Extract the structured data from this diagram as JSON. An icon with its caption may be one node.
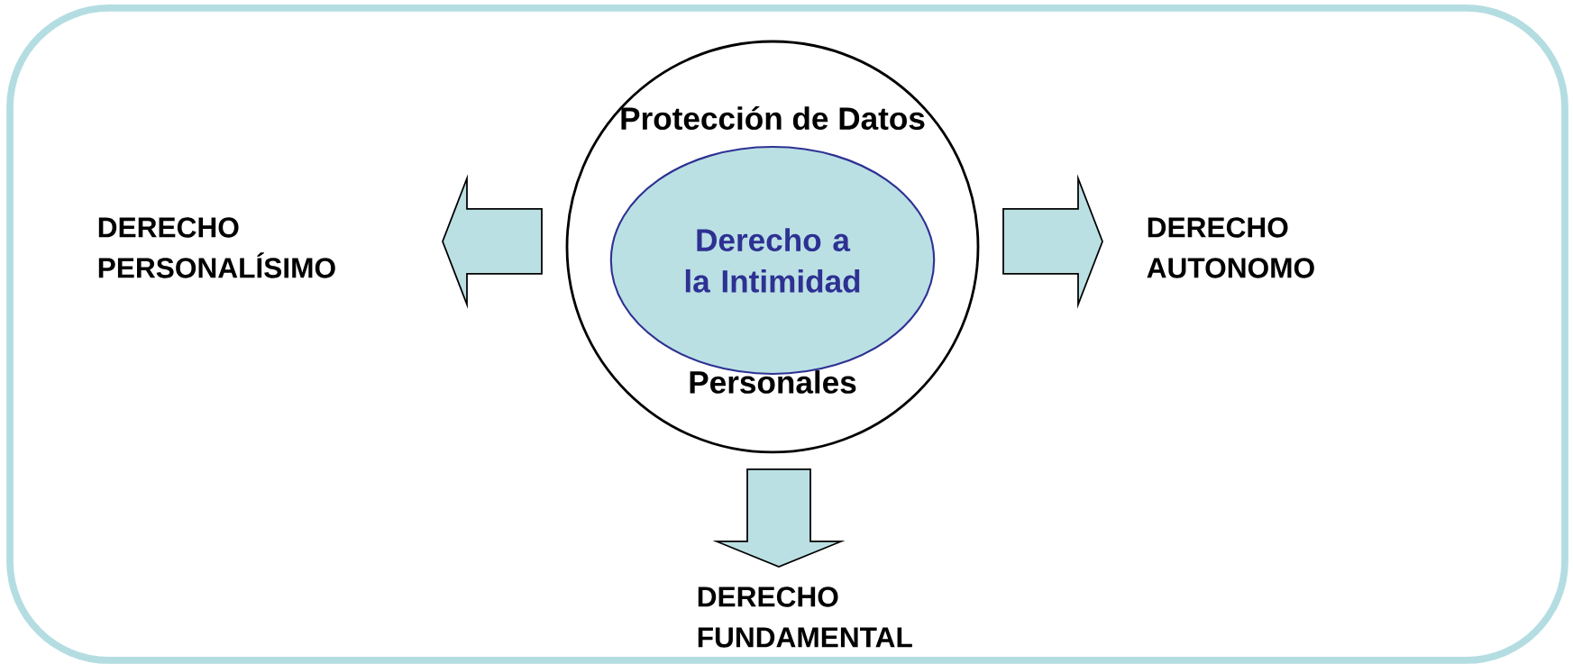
{
  "diagram": {
    "nodes": [
      {
        "text": [
          "Protección de Datos",
          "Personales"
        ]
      },
      {
        "text": [
          "Derecho a la Intimidad"
        ],
        "in": 0
      },
      {
        "text": [
          "DERECHO PERSONALÍSIMO"
        ]
      },
      {
        "text": [
          "DERECHO AUTONOMO"
        ]
      },
      {
        "text": [
          "DERECHO FUNDAMENTAL"
        ]
      }
    ],
    "edges": [
      {
        "from": 0,
        "to": 2,
        "arrow": "to"
      },
      {
        "from": 0,
        "to": 3,
        "arrow": "to"
      },
      {
        "from": 0,
        "to": 4,
        "arrow": "to"
      }
    ]
  }
}
